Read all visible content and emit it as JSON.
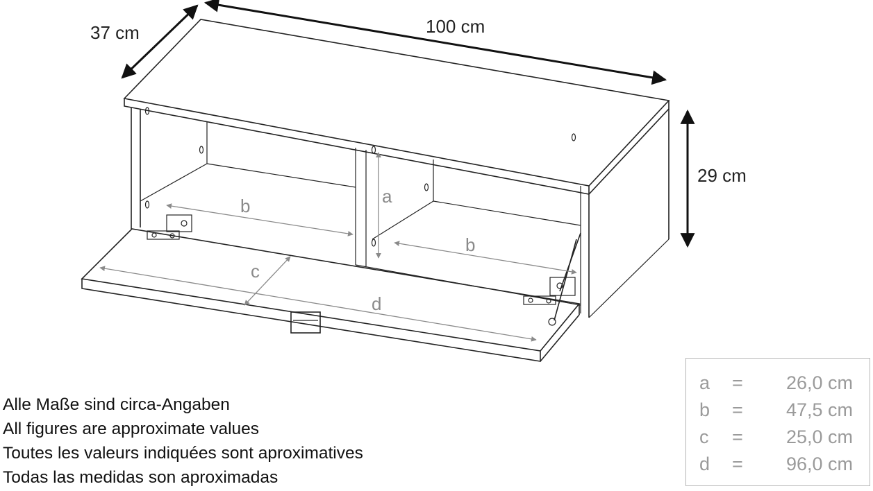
{
  "dimensions": {
    "depth": "37 cm",
    "width": "100 cm",
    "height": "29 cm"
  },
  "inner_labels": {
    "a": "a",
    "b": "b",
    "c": "c",
    "d": "d"
  },
  "notes": [
    "Alle Maße sind circa-Angaben",
    "All figures are approximate values",
    "Toutes les valeurs indiquées sont aproximatives",
    "Todas las medidas son aproximadas"
  ],
  "legend": [
    {
      "letter": "a",
      "eq": "=",
      "value": "26,0 cm"
    },
    {
      "letter": "b",
      "eq": "=",
      "value": "47,5 cm"
    },
    {
      "letter": "c",
      "eq": "=",
      "value": "25,0 cm"
    },
    {
      "letter": "d",
      "eq": "=",
      "value": "96,0 cm"
    }
  ]
}
